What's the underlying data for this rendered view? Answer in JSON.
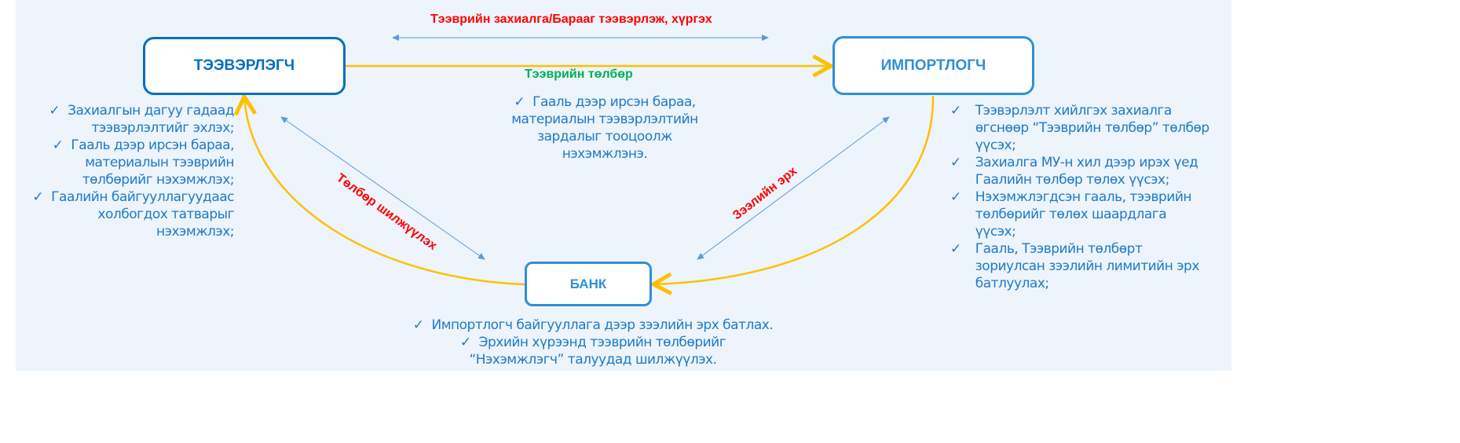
{
  "nodes": {
    "carrier": "ТЭЭВЭРЛЭГЧ",
    "importer": "ИМПОРТЛОГЧ",
    "bank": "БАНК"
  },
  "labels": {
    "top": "Тээврийн захиалга/Барааг тээвэрлэж, хүргэх",
    "payment": "Тээврийн төлбөр",
    "transfer": "Төлбөр шилжүүлэх",
    "credit": "Зээлийн эрх"
  },
  "check": "✓",
  "carrier_items": [
    "Захиалгын дагуу гадаад тээвэрлэлтийг эхлэх;",
    "Гааль дээр ирсэн бараа, материалын тээврийн төлбөрийг нэхэмжлэх;",
    "Гаалийн байгууллагуудаас холбогдох татварыг нэхэмжлэх;"
  ],
  "center_items": [
    "Гааль дээр ирсэн бараа, материалын тээвэрлэлтийн зардалыг тооцоолж нэхэмжлэнэ."
  ],
  "importer_items": [
    "Тээвэрлэлт хийлгэх захиалга өгснөөр “Тээврийн төлбөр” төлбөр үүсэх;",
    "Захиалга МУ-н хил дээр ирэх үед Гаалийн төлбөр төлөх үүсэх;",
    "Нэхэмжлэгдсэн гааль, тээврийн төлбөрийг төлөх шаардлага үүсэх;",
    "Гааль, Тээврийн төлбөрт зориулсан зээлийн лимитийн эрх батлуулах;"
  ],
  "bank_items": [
    "Импортлогч байгууллага дээр зээлийн эрх батлах.",
    "Эрхийн хүрээнд тээврийн төлбөрийг “Нэхэмжлэгч” талуудад шилжүүлэх."
  ],
  "colors": {
    "yellow": "#ffc000",
    "blue": "#5b9bd5",
    "dark": "#0070c0",
    "red": "#ff0000",
    "green": "#00b050"
  }
}
